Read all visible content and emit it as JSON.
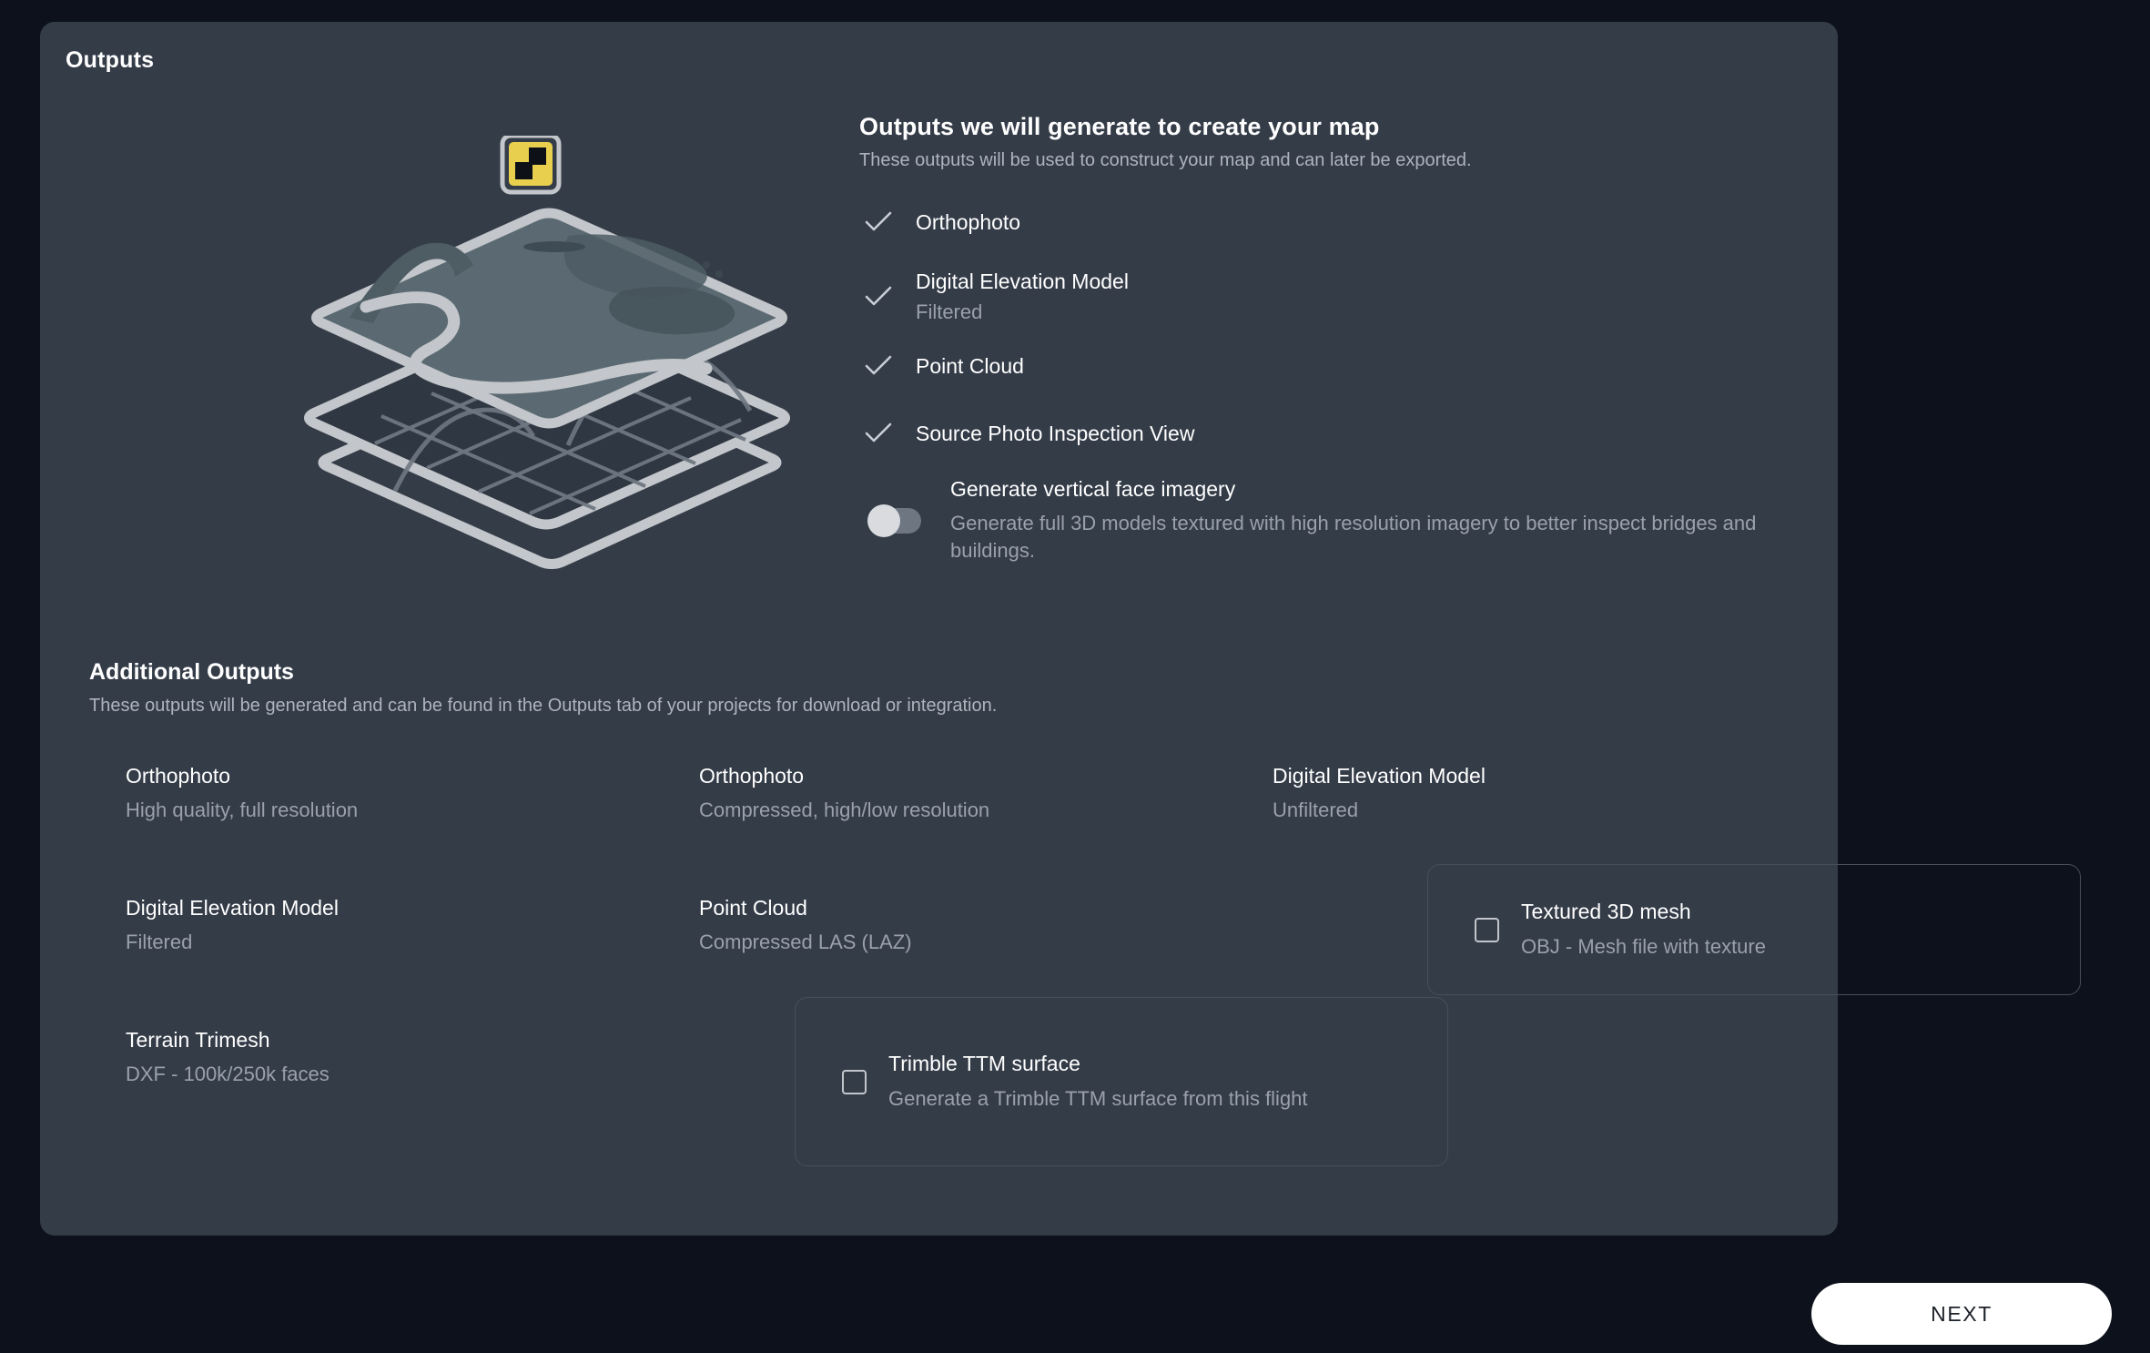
{
  "panel": {
    "title": "Outputs"
  },
  "header": {
    "title": "Outputs we will generate to create your map",
    "subtitle": "These outputs will be used to construct your map and can later be exported."
  },
  "checklist": [
    {
      "name": "Orthophoto",
      "desc": "",
      "icon": "check-icon",
      "checked": true
    },
    {
      "name": "Digital Elevation Model",
      "desc": "Filtered",
      "icon": "check-icon",
      "checked": true
    },
    {
      "name": "Point Cloud",
      "desc": "",
      "icon": "check-icon",
      "checked": true
    },
    {
      "name": "Source Photo Inspection View",
      "desc": "",
      "icon": "check-icon",
      "checked": true
    }
  ],
  "vertical_face_toggle": {
    "title": "Generate vertical face imagery",
    "desc": "Generate full 3D models textured with high resolution imagery to better inspect bridges and buildings.",
    "state": "off"
  },
  "additional": {
    "title": "Additional Outputs",
    "subtitle": "These outputs will be generated and can be found in the Outputs tab of your projects for download or integration.",
    "items": [
      {
        "name": "Orthophoto",
        "desc": "High quality, full resolution"
      },
      {
        "name": "Orthophoto",
        "desc": "Compressed, high/low resolution"
      },
      {
        "name": "Digital Elevation Model",
        "desc": "Unfiltered"
      },
      {
        "name": "Digital Elevation Model",
        "desc": "Filtered"
      },
      {
        "name": "Point Cloud",
        "desc": "Compressed LAS (LAZ)"
      },
      {
        "name": "Terrain Trimesh",
        "desc": "DXF - 100k/250k faces"
      }
    ],
    "optional_cards": [
      {
        "name": "Textured 3D mesh",
        "desc": "OBJ - Mesh file with texture",
        "checked": false
      },
      {
        "name": "Trimble TTM surface",
        "desc": "Generate a Trimble TTM surface from this flight",
        "checked": false
      }
    ]
  },
  "footer": {
    "next_label": "NEXT"
  },
  "colors": {
    "page_background": "#0c111b",
    "panel_background": "#343c48",
    "text_primary": "#ffffff",
    "text_muted": "#9aa1ab",
    "accent_marker_yellow": "#e8cf4d",
    "illustration_stroke": "#c3c6ca",
    "illustration_terrain": "#5c6b72",
    "card_border": "#474f5c",
    "button_background": "#ffffff"
  }
}
